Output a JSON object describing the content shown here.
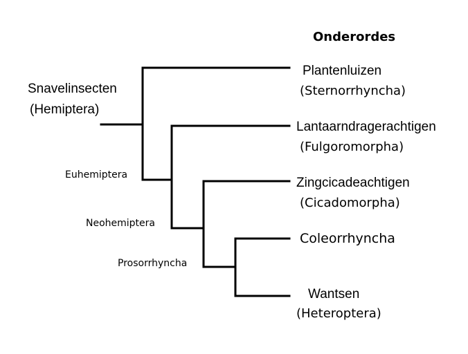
{
  "heading": "Onderordes",
  "root": {
    "name": "Snavelinsecten",
    "scientific": "(Hemiptera)"
  },
  "nodes": {
    "euhemiptera": "Euhemiptera",
    "neohemiptera": "Neohemiptera",
    "prosorrhyncha": "Prosorrhyncha"
  },
  "taxa": [
    {
      "name": "Plantenluizen",
      "scientific": "(Sternorrhyncha)"
    },
    {
      "name": "Lantaarndragerachtigen",
      "scientific": "(Fulgoromorpha)"
    },
    {
      "name": "Zingcicadeachtigen",
      "scientific": "(Cicadomorpha)"
    },
    {
      "name": "Coleorrhyncha",
      "scientific": ""
    },
    {
      "name": "Wantsen",
      "scientific": "(Heteroptera)"
    }
  ],
  "line_color": "#000000"
}
